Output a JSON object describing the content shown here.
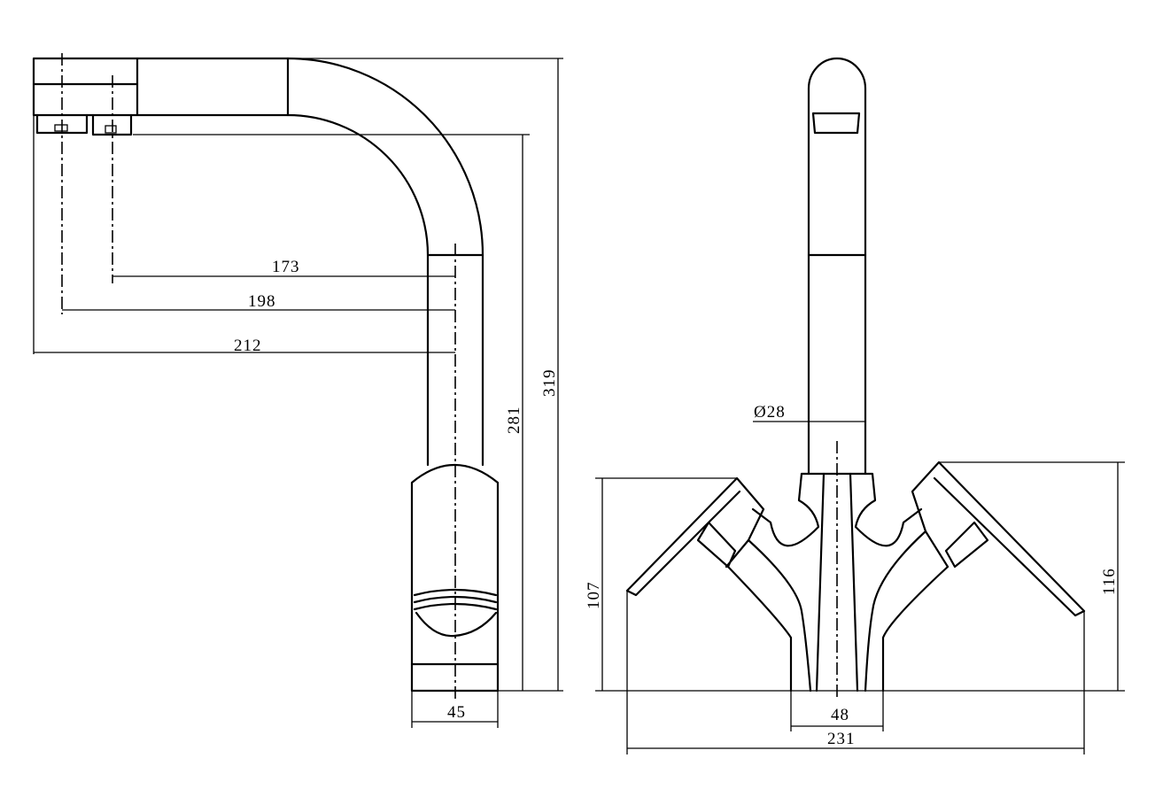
{
  "drawing": {
    "side_view": {
      "dimensions": {
        "aerator_offset_1": "173",
        "aerator_offset_2": "198",
        "total_reach": "212",
        "outlet_height": "281",
        "total_height": "319",
        "body_width": "45"
      }
    },
    "front_view": {
      "dimensions": {
        "spout_diameter": "Ø28",
        "handle_height_left": "107",
        "handle_height_right": "116",
        "base_diameter": "48",
        "overall_width": "231"
      }
    }
  }
}
